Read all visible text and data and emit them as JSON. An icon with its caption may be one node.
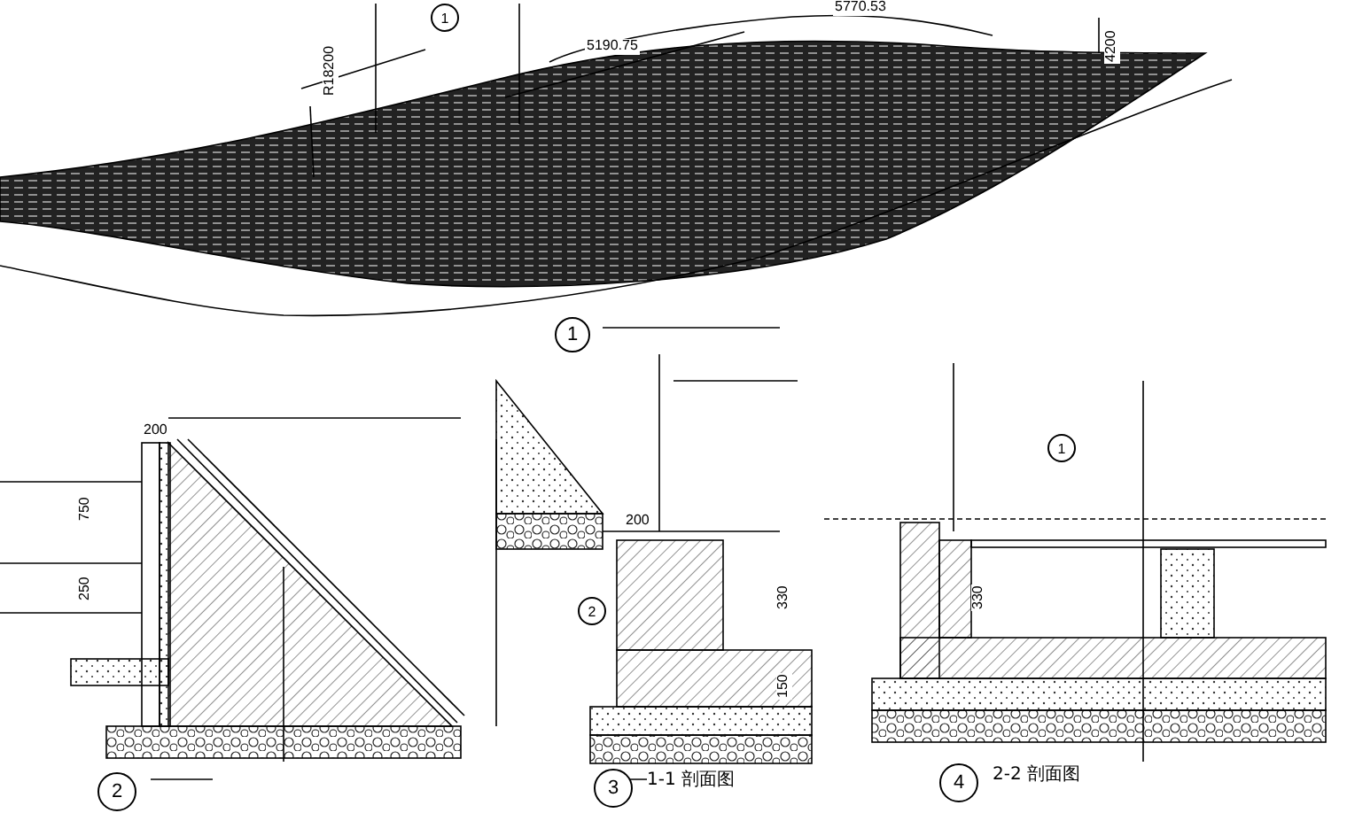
{
  "diagram": {
    "nodes": [
      {
        "text": [
          "1"
        ]
      },
      {
        "text": [
          "2"
        ]
      },
      {
        "text": [
          "3"
        ],
        "beside": [
          "1-1 剖面图"
        ]
      },
      {
        "text": [
          "4"
        ],
        "beside": [
          "2-2 剖面图"
        ]
      },
      {
        "text": [
          "1"
        ]
      },
      {
        "text": [
          "2"
        ]
      },
      {
        "text": [
          "1"
        ]
      }
    ],
    "edges": [],
    "labels": [
      "5770.53",
      "5190.75",
      "R18200",
      "4200",
      "200",
      "750",
      "250",
      "200",
      "330",
      "150",
      "330"
    ]
  }
}
